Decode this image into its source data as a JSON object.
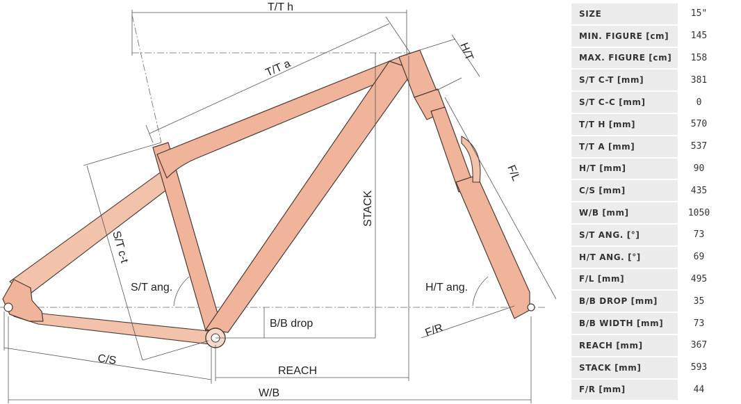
{
  "diagram": {
    "labels": {
      "tt_h": "T/T h",
      "tt_a": "T/T a",
      "ht": "H/T",
      "fl": "F/L",
      "stack": "STACK",
      "st_ct": "S/T c-t",
      "st_ang": "S/T ang.",
      "ht_ang": "H/T ang.",
      "bb_drop": "B/B drop",
      "fr": "F/R",
      "cs": "C/S",
      "reach": "REACH",
      "wb": "W/B"
    },
    "colors": {
      "frame": "#EFB49A",
      "outline": "#4a3a34",
      "table_label_bg": "#ececec"
    }
  },
  "specs": [
    {
      "label": "SIZE",
      "value": "15\""
    },
    {
      "label": "MIN. FIGURE [cm]",
      "value": "145"
    },
    {
      "label": "MAX. FIGURE [cm]",
      "value": "158"
    },
    {
      "label": "S/T C-T [mm]",
      "value": "381"
    },
    {
      "label": "S/T C-C [mm]",
      "value": "0"
    },
    {
      "label": "T/T H [mm]",
      "value": "570"
    },
    {
      "label": "T/T A [mm]",
      "value": "537"
    },
    {
      "label": "H/T [mm]",
      "value": "90"
    },
    {
      "label": "C/S [mm]",
      "value": "435"
    },
    {
      "label": "W/B [mm]",
      "value": "1050"
    },
    {
      "label": "S/T ANG. [°]",
      "value": "73"
    },
    {
      "label": "H/T ANG. [°]",
      "value": "69"
    },
    {
      "label": "F/L [mm]",
      "value": "495"
    },
    {
      "label": "B/B DROP [mm]",
      "value": "35"
    },
    {
      "label": "B/B WIDTH [mm]",
      "value": "73"
    },
    {
      "label": "REACH [mm]",
      "value": "367"
    },
    {
      "label": "STACK [mm]",
      "value": "593"
    },
    {
      "label": "F/R [mm]",
      "value": "44"
    }
  ]
}
